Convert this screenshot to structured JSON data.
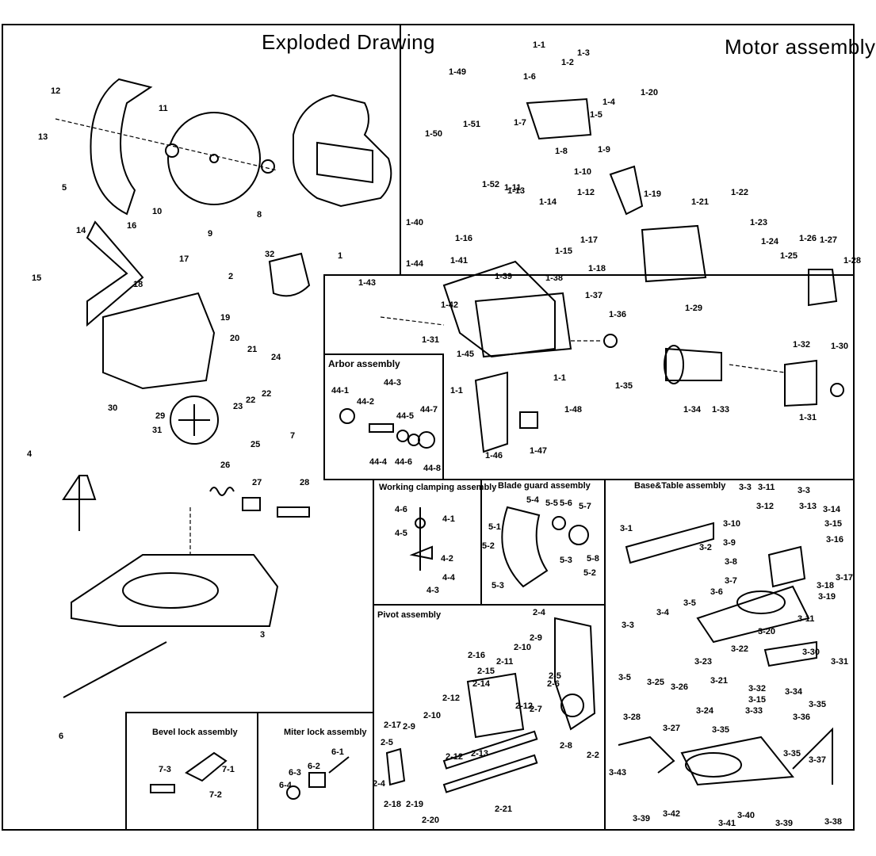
{
  "titles": {
    "exploded": "Exploded Drawing",
    "motor": "Motor assembly",
    "arbor": "Arbor assembly",
    "working_clamp": "Working clamping assembly",
    "blade_guard": "Blade guard assembly",
    "base_table": "Base&Table  assembly",
    "pivot": "Pivot assembly",
    "bevel_lock": "Bevel lock assembly",
    "miter_lock": "Miter  lock assembly"
  },
  "callouts": {
    "exploded": [
      "12",
      "13",
      "11",
      "5",
      "10",
      "9",
      "8",
      "1",
      "14",
      "16",
      "17",
      "15",
      "18",
      "32",
      "2",
      "19",
      "20",
      "21",
      "24",
      "22",
      "23",
      "22",
      "30",
      "29",
      "31",
      "7",
      "25",
      "4",
      "26",
      "27",
      "28",
      "3",
      "6"
    ],
    "motor": [
      "1-49",
      "1-1",
      "1-2",
      "1-3",
      "1-6",
      "1-4",
      "1-5",
      "1-20",
      "1-51",
      "1-50",
      "1-7",
      "1-8",
      "1-9",
      "1-10",
      "1-52",
      "1-11",
      "1-12",
      "1-19",
      "1-21",
      "1-22",
      "1-13",
      "1-14",
      "1-40",
      "1-16",
      "1-15",
      "1-17",
      "1-23",
      "1-24",
      "1-25",
      "1-26",
      "1-27",
      "1-28",
      "1-41",
      "1-44",
      "1-39",
      "1-38",
      "1-18",
      "1-43",
      "1-42",
      "1-37",
      "1-29",
      "1-31",
      "1-36",
      "1-30",
      "1-32",
      "1-45",
      "1-1",
      "1-1",
      "1-35",
      "1-34",
      "1-33",
      "1-31",
      "1-48",
      "1-46",
      "1-47"
    ],
    "arbor": [
      "44-3",
      "44-1",
      "44-2",
      "44-7",
      "44-5",
      "44-4",
      "44-6",
      "44-8"
    ],
    "working_clamp": [
      "4-6",
      "4-1",
      "4-5",
      "4-2",
      "4-4",
      "4-3"
    ],
    "blade_guard": [
      "5-4",
      "5-5",
      "5-6",
      "5-7",
      "5-1",
      "5-2",
      "5-8",
      "5-3",
      "5-3",
      "5-2"
    ],
    "base_table": [
      "3-3",
      "3-11",
      "3-3",
      "3-12",
      "3-13",
      "3-14",
      "3-1",
      "3-15",
      "3-10",
      "3-16",
      "3-2",
      "3-9",
      "3-8",
      "3-17",
      "3-7",
      "3-18",
      "3-6",
      "3-19",
      "3-4",
      "3-5",
      "3-11",
      "3-3",
      "3-20",
      "3-22",
      "3-23",
      "3-21",
      "3-30",
      "3-31",
      "3-5",
      "3-25",
      "3-26",
      "3-32",
      "3-34",
      "3-15",
      "3-35",
      "3-33",
      "3-24",
      "3-36",
      "3-28",
      "3-27",
      "3-35",
      "3-43",
      "3-35",
      "3-37",
      "3-39",
      "3-42",
      "3-41",
      "3-40",
      "3-39",
      "3-38"
    ],
    "pivot": [
      "2-4",
      "2-16",
      "2-9",
      "2-10",
      "2-15",
      "2-11",
      "2-14",
      "2-5",
      "2-6",
      "2-12",
      "2-7",
      "2-12",
      "2-10",
      "2-17",
      "2-9",
      "2-8",
      "2-5",
      "2-13",
      "2-12",
      "2-4",
      "2-19",
      "2-18",
      "2-20",
      "2-21",
      "2-2"
    ],
    "bevel_lock": [
      "7-3",
      "7-1",
      "7-2"
    ],
    "miter_lock": [
      "6-1",
      "6-3",
      "6-2",
      "6-4"
    ]
  }
}
